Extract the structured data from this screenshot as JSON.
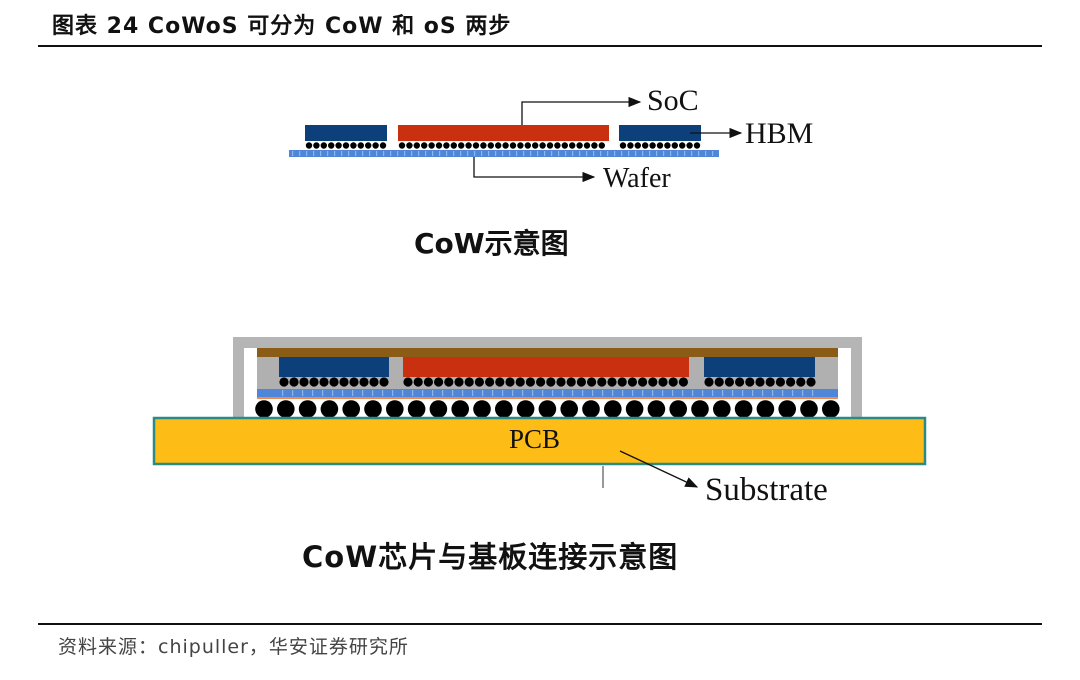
{
  "header": {
    "title": "图表 24 CoWoS 可分为 CoW 和 oS 两步"
  },
  "diagram_top": {
    "caption": "CoW示意图",
    "labels": {
      "soc": "SoC",
      "hbm": "HBM",
      "wafer": "Wafer"
    }
  },
  "diagram_bottom": {
    "caption": "CoW芯片与基板连接示意图",
    "labels": {
      "pcb": "PCB",
      "substrate": "Substrate"
    }
  },
  "colors": {
    "hbm": "#0d3f7a",
    "soc": "#c8300f",
    "wafer": "#4f86d8",
    "pcb": "#fdbd16",
    "pcb_border": "#2a8a86",
    "lid": "#b5b5b5",
    "heat_spreader": "#8a5c16",
    "bump": "#000000"
  },
  "footer": {
    "source": "资料来源：chipuller，华安证券研究所"
  }
}
